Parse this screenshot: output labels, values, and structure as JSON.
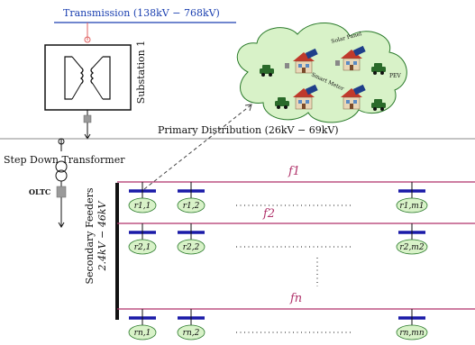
{
  "transmission_label": "Transmission (138kV − 768kV)",
  "substation_label": "Substation 1",
  "primary_distribution_label": "Primary Distribution (26kV − 69kV)",
  "step_down_label": "Step Down Transformer",
  "oltc_label": "OLTC",
  "secondary_feeders_label": "Secondary Feeders",
  "secondary_voltage_label": "2.4kV − 46kV",
  "cloud_labels": {
    "solar_panel": "Solar Panel",
    "smart_meter": "Smart Meter",
    "pev": "PEV"
  },
  "feeders": [
    {
      "label": "f1",
      "nodes": [
        "r1,1",
        "r1,2",
        "r1,m1"
      ]
    },
    {
      "label": "f2",
      "nodes": [
        "r2,1",
        "r2,2",
        "r2,m2"
      ]
    },
    {
      "label": "fn",
      "nodes": [
        "rn,1",
        "rn,2",
        "rn,mn"
      ]
    }
  ],
  "colors": {
    "transmission": "#1a3fb0",
    "feeder_line": "#b0326a",
    "node_bar": "#1a1aa8",
    "cloud_fill": "#d8f2c8",
    "cloud_stroke": "#2a7a2a",
    "oltc": "#9a9a9a"
  }
}
